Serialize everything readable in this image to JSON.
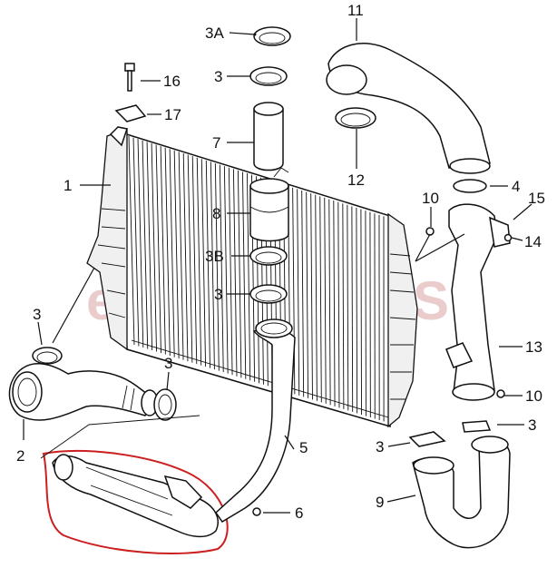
{
  "watermark": "eEuroPARTS",
  "labels": {
    "l1": "1",
    "l2": "2",
    "l3a": "3A",
    "l3_top": "3",
    "l3_left": "3",
    "l3_left2": "3",
    "l3b": "3B",
    "l3_mid": "3",
    "l3_right1": "3",
    "l3_right2": "3",
    "l4": "4",
    "l5": "5",
    "l6": "6",
    "l7": "7",
    "l8": "8",
    "l9": "9",
    "l10a": "10",
    "l10b": "10",
    "l11": "11",
    "l12": "12",
    "l13": "13",
    "l14": "14",
    "l15": "15",
    "l16": "16",
    "l17": "17"
  },
  "highlight_color": "#cc1f1f"
}
